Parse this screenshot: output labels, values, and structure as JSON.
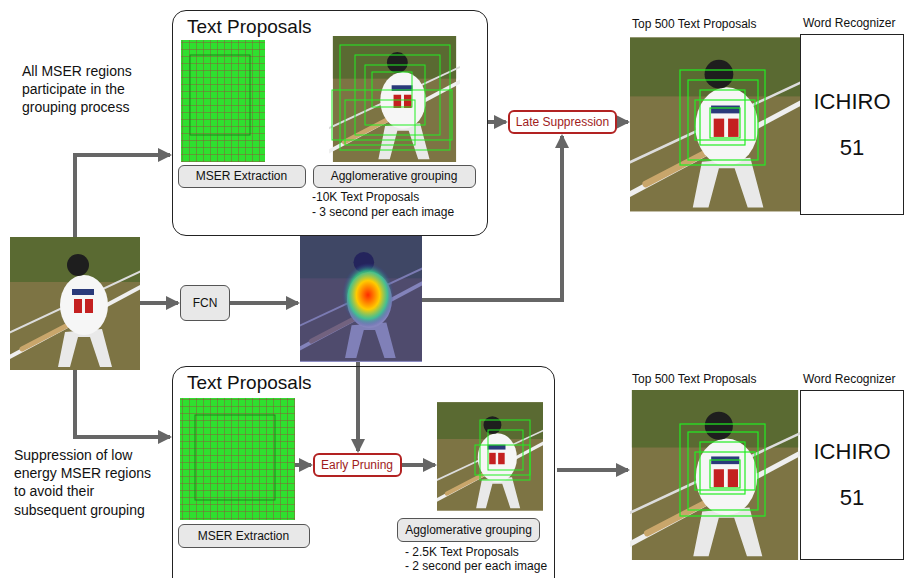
{
  "diagram": {
    "nodes": [
      {
        "text": [
          "Text Proposals"
        ]
      },
      {
        "text": [
          "MSER Extraction"
        ],
        "in": 0
      },
      {
        "text": [
          "Agglomerative grouping"
        ],
        "in": 0
      },
      {
        "text": [
          "Late Suppression"
        ]
      },
      {
        "text": [
          "Word Recognizer",
          "ICHIRO",
          "51"
        ]
      },
      {
        "text": [
          "FCN"
        ]
      },
      {
        "text": [
          "Text Proposals"
        ]
      },
      {
        "text": [
          "MSER Extraction"
        ],
        "in": 6
      },
      {
        "text": [
          "Early Pruning"
        ],
        "in": 6
      },
      {
        "text": [
          "Agglomerative grouping"
        ],
        "in": 6
      },
      {
        "text": [
          "Word Recognizer",
          "ICHIRO",
          "51"
        ]
      }
    ],
    "edges": [
      {
        "from": 0,
        "to": 3,
        "arrow": "to"
      }
    ],
    "labels": [
      "All MSER regions participate in the grouping process",
      "-10K Text Proposals",
      "- 3 second per each image",
      "Top 500 Text Proposals",
      "Suppression of low energy MSER regions to avoid their subsequent grouping",
      "- 2.5K Text Proposals",
      "- 2 second per each image",
      "Top 500 Text Proposals"
    ]
  }
}
